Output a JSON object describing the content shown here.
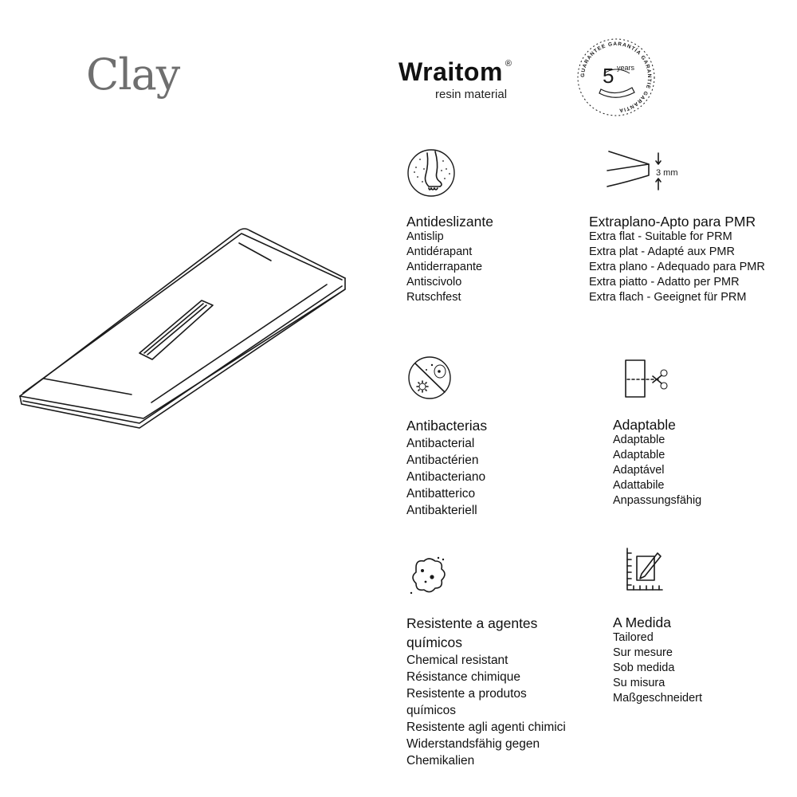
{
  "product": {
    "title": "Clay"
  },
  "brand": {
    "name": "Wraitom",
    "registered": "®",
    "subtitle": "resin material"
  },
  "guarantee": {
    "number": "5",
    "unit": "years",
    "ring_text": "GUARANTEE GARANTÍA GARANTIE GARANTIA"
  },
  "thickness": {
    "label": "3 mm"
  },
  "features": {
    "antislip": {
      "heading": "Antideslizante",
      "lines": [
        "Antislip",
        "Antidérapant",
        "Antiderrapante",
        "Antiscivolo",
        "Rutschfest"
      ]
    },
    "extraflat": {
      "heading": "Extraplano-Apto para PMR",
      "lines": [
        "Extra flat - Suitable for PRM",
        "Extra plat - Adapté aux PMR",
        "Extra plano - Adequado para PMR",
        "Extra piatto - Adatto per PMR",
        "Extra flach - Geeignet für PRM"
      ]
    },
    "antibacterial": {
      "heading": "Antibacterias",
      "lines": [
        "Antibacterial",
        "Antibactérien",
        "Antibacteriano",
        "Antibatterico",
        "Antibakteriell"
      ]
    },
    "adaptable": {
      "heading": "Adaptable",
      "lines": [
        "Adaptable",
        "Adaptable",
        "Adaptável",
        "Adattabile",
        "Anpassungsfähig"
      ]
    },
    "chemical": {
      "heading_1": "Resistente a agentes",
      "heading_2": "químicos",
      "lines": [
        "Chemical resistant",
        "Résistance chimique",
        "Resistente a produtos",
        "químicos",
        "Resistente agli agenti chimici",
        "Widerstandsfähig gegen",
        "Chemikalien"
      ]
    },
    "tailored": {
      "heading": "A Medida",
      "lines": [
        "Tailored",
        "Sur mesure",
        "Sob medida",
        "Su misura",
        "Maßgeschneidert"
      ]
    }
  },
  "colors": {
    "title": "#6f6f6f",
    "text": "#1a1a1a",
    "background": "#ffffff"
  }
}
